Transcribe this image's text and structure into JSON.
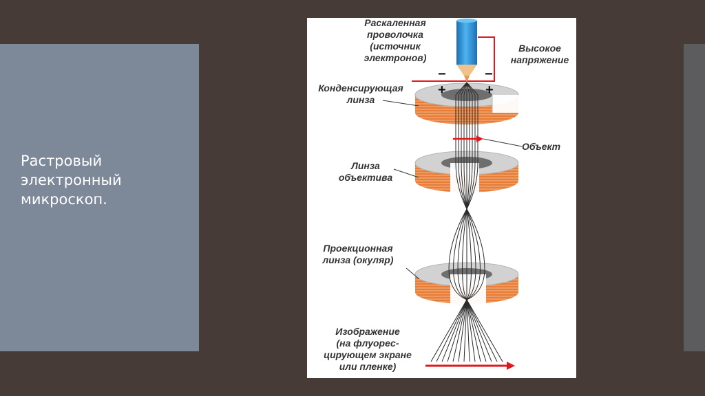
{
  "slide": {
    "title_line1": "Растровый",
    "title_line2": "электронный",
    "title_line3": "микроскоп."
  },
  "diagram": {
    "filament": {
      "line1": "Раскаленная",
      "line2": "проволочка",
      "line3": "(источник",
      "line4": "электронов)"
    },
    "voltage": {
      "line1": "Высокое",
      "line2": "напряжение"
    },
    "condenser": {
      "line1": "Конденсирующая",
      "line2": "линза"
    },
    "object_label": "Объект",
    "objective": {
      "line1": "Линза",
      "line2": "объектива"
    },
    "projection": {
      "line1": "Проекционная",
      "line2": "линза (окуляр)"
    },
    "image": {
      "line1": "Изображение",
      "line2": "(на флуорес-",
      "line3": "цирующем экране",
      "line4": "или пленке)"
    },
    "signs": {
      "minus_left": "−",
      "minus_right": "−",
      "plus_left": "+",
      "plus_right": "+"
    },
    "colors": {
      "lens_top": "#d2d2d2",
      "lens_side": "#e67e3a",
      "filament_blue": "#2a8fd6",
      "arrow_red": "#e0181b",
      "beam": "#2a2a2a"
    }
  }
}
